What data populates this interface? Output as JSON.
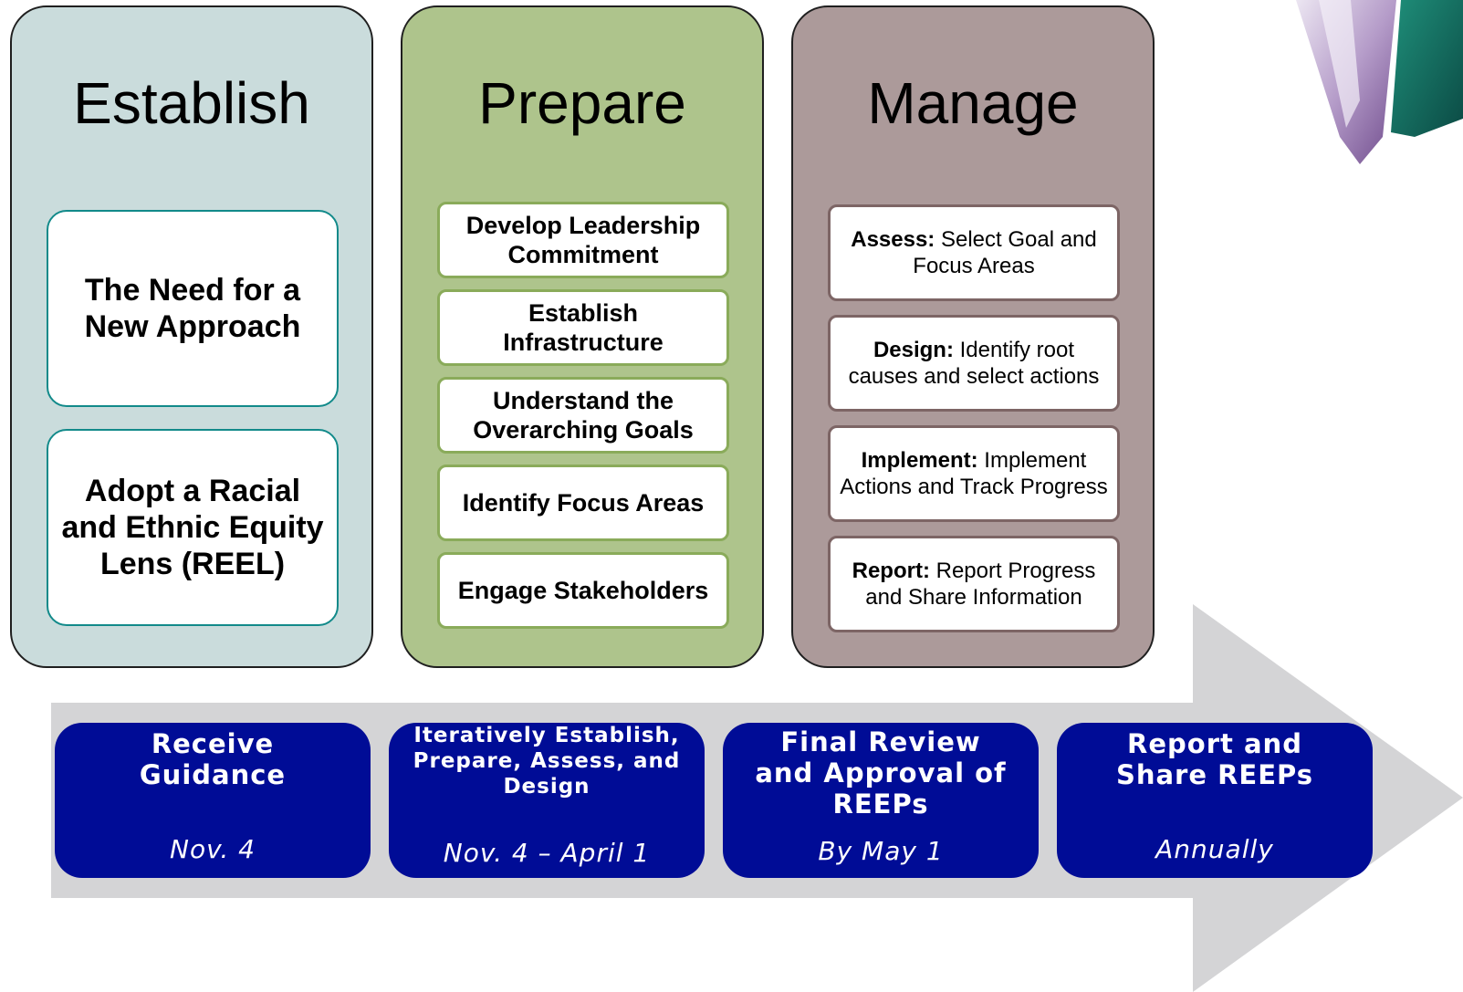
{
  "phases": {
    "establish": {
      "title": "Establish",
      "items": [
        "The Need for a New Approach",
        "Adopt a Racial and Ethnic Equity Lens (REEL)"
      ]
    },
    "prepare": {
      "title": "Prepare",
      "items": [
        "Develop Leadership Commitment",
        "Establish Infrastructure",
        "Understand the Overarching Goals",
        "Identify Focus Areas",
        "Engage Stakeholders"
      ]
    },
    "manage": {
      "title": "Manage",
      "items": [
        {
          "bold": "Assess:",
          "text": " Select Goal and Focus Areas"
        },
        {
          "bold": "Design:",
          "text": " Identify root causes and select actions"
        },
        {
          "bold": "Implement:",
          "text": " Implement Actions and Track Progress"
        },
        {
          "bold": "Report:",
          "text": " Report Progress and Share Information"
        }
      ]
    }
  },
  "timeline": [
    {
      "label": "Receive Guidance",
      "date": "Nov. 4"
    },
    {
      "label": "Iteratively Establish, Prepare, Assess, and Design",
      "date": "Nov. 4 – April 1"
    },
    {
      "label": "Final Review and Approval of REEPs",
      "date": "By May 1"
    },
    {
      "label": "Report and Share REEPs",
      "date": "Annually"
    }
  ],
  "colors": {
    "establish_bg": "#cadcdc",
    "prepare_bg": "#aec48c",
    "manage_bg": "#ac9a9a",
    "step_bg": "#000c96",
    "arrow": "#d4d4d6"
  }
}
